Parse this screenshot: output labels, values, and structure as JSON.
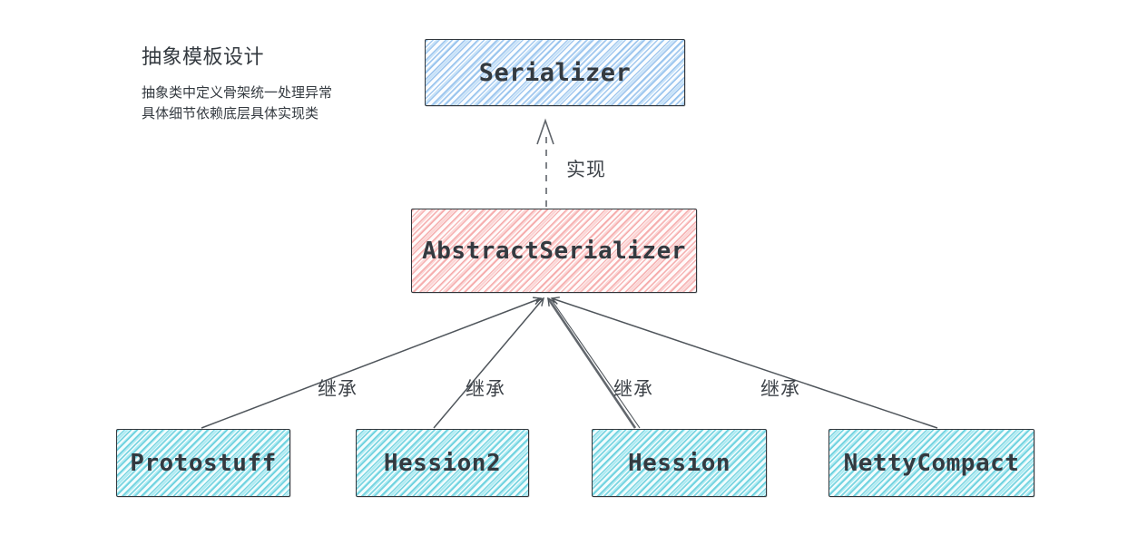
{
  "palette": {
    "background": "#ffffff",
    "interface_node_fill": "#a5d8ff",
    "abstract_node_fill": "#ffc9c9",
    "concrete_node_fill": "#99e9f2",
    "node_border": "#343a40",
    "edge_line": "#4f555b",
    "text": "#343a40"
  },
  "heading": {
    "title": "抽象模板设计",
    "subtitle_line1": "抽象类中定义骨架统一处理异常",
    "subtitle_line2": "具体细节依赖底层具体实现类"
  },
  "nodes": {
    "serializer": {
      "label": "Serializer"
    },
    "abstract_serializer": {
      "label": "AbstractSerializer"
    },
    "protostuff": {
      "label": "Protostuff"
    },
    "hession2": {
      "label": "Hession2"
    },
    "hession": {
      "label": "Hession"
    },
    "netty_compact": {
      "label": "NettyCompact"
    }
  },
  "edges": {
    "implements": {
      "label": "实现",
      "from": "AbstractSerializer",
      "to": "Serializer",
      "style": "dashed-open-arrow"
    },
    "inherit_1": {
      "label": "继承",
      "from": "Protostuff",
      "to": "AbstractSerializer",
      "style": "solid-arrow"
    },
    "inherit_2": {
      "label": "继承",
      "from": "Hession2",
      "to": "AbstractSerializer",
      "style": "solid-arrow"
    },
    "inherit_3": {
      "label": "继承",
      "from": "Hession",
      "to": "AbstractSerializer",
      "style": "solid-arrow-thick"
    },
    "inherit_4": {
      "label": "继承",
      "from": "NettyCompact",
      "to": "AbstractSerializer",
      "style": "solid-arrow"
    }
  }
}
